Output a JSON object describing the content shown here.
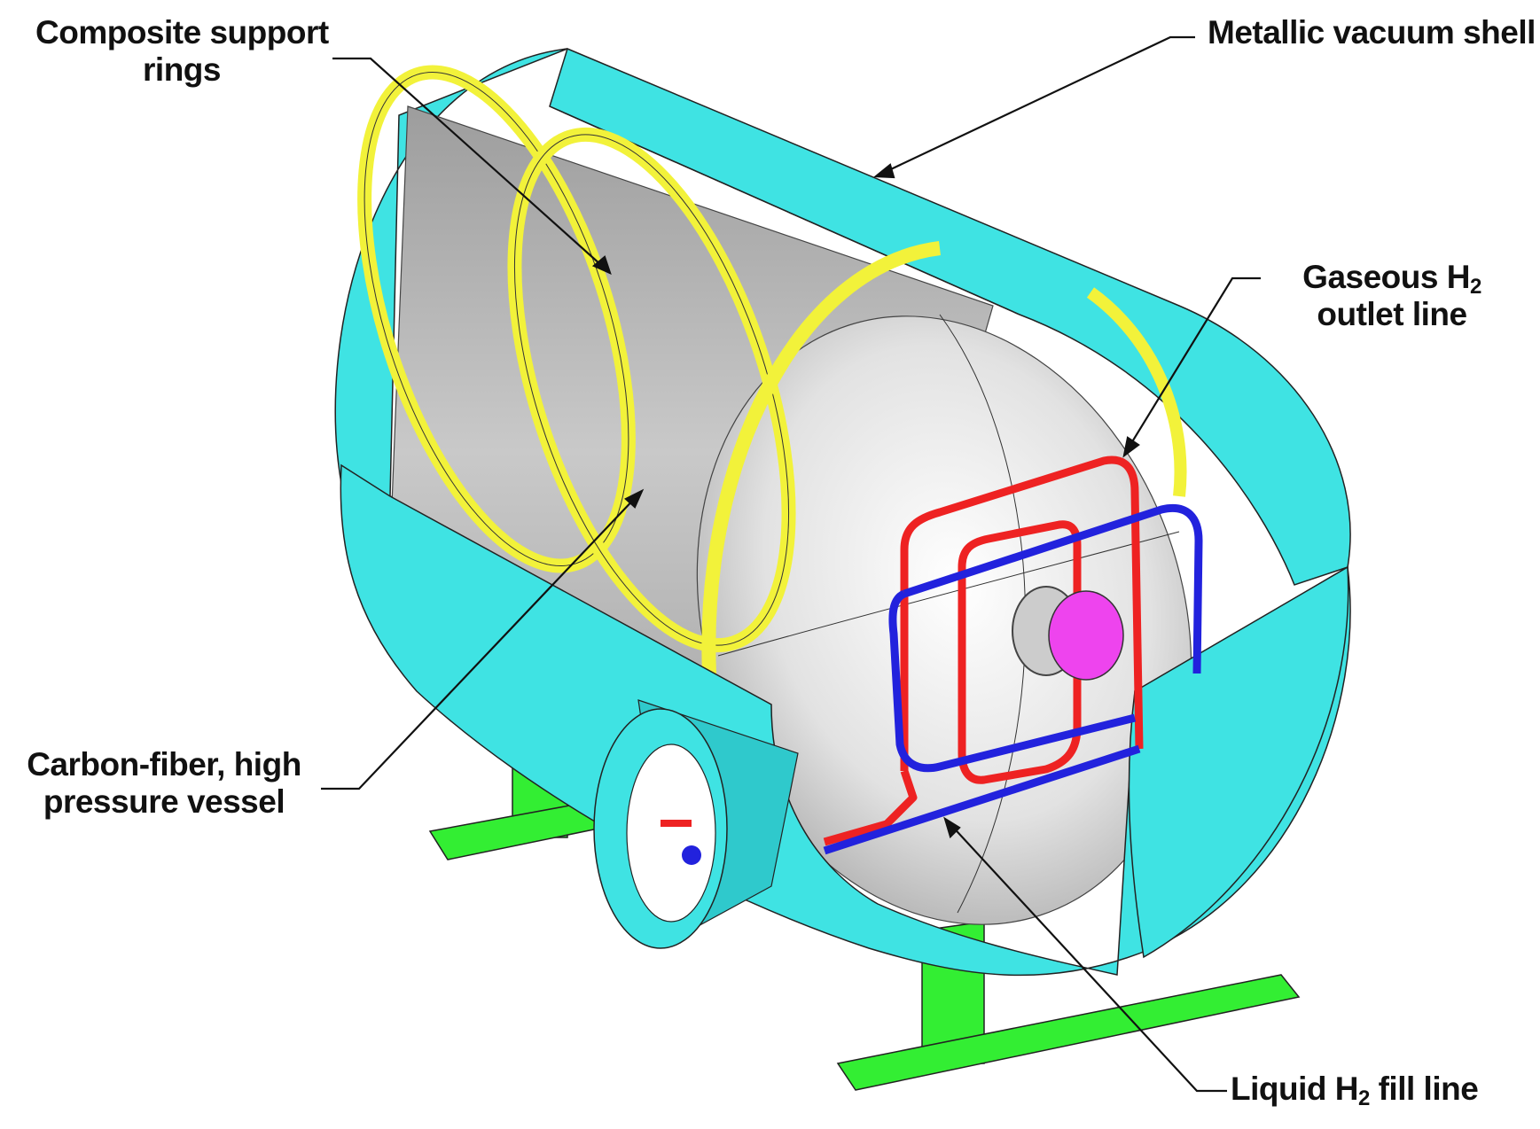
{
  "labels": {
    "composite_support_rings": {
      "line1": "Composite support",
      "line2": "rings"
    },
    "metallic_vacuum_shell": {
      "text": "Metallic vacuum shell"
    },
    "gaseous_outlet": {
      "line1_prefix": "Gaseous H",
      "line1_sub": "2",
      "line2": "outlet line"
    },
    "carbon_fiber_vessel": {
      "line1": "Carbon-fiber, high",
      "line2": "pressure vessel"
    },
    "liquid_fill": {
      "prefix": "Liquid H",
      "sub": "2",
      "suffix": " fill line"
    }
  },
  "colors": {
    "shell": "#3fe3e3",
    "shell_dark": "#2fc9cc",
    "ring": "#f2f23a",
    "vessel": "#cfcfcf",
    "vessel_light": "#ececec",
    "gas_line": "#ee2222",
    "liquid_line": "#2222dd",
    "valve": "#ee44ee",
    "support": "#33ee33",
    "leader": "#111111"
  }
}
